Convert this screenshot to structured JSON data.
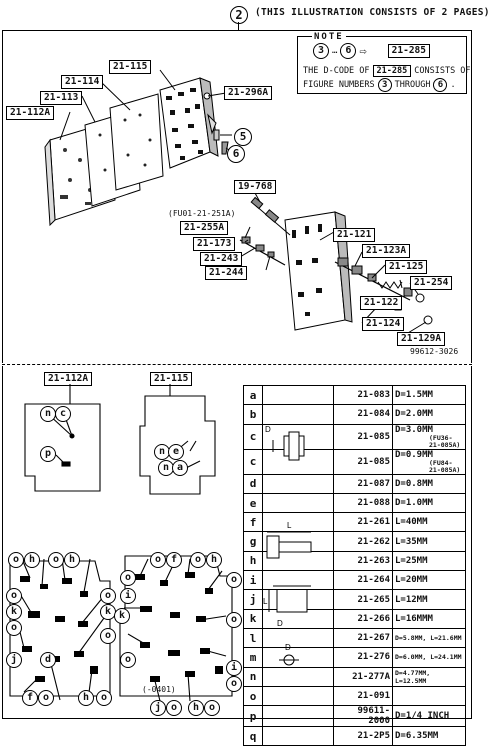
{
  "header": {
    "ref_circle": "2",
    "title": "(THIS ILLUSTRATION CONSISTS OF  2 PAGES)"
  },
  "note": {
    "title": "NOTE",
    "range_from": "3",
    "range_sep": "…",
    "range_to": "6",
    "arrow": "⇨",
    "code": "21-285",
    "line1_pre": "THE D-CODE OF",
    "line1_code": "21-285",
    "line1_post": "CONSISTS OF",
    "line2_pre": "FIGURE NUMBERS",
    "line2_a": "3",
    "line2_mid": "THROUGH",
    "line2_b": "6",
    "line2_post": "."
  },
  "top_callouts": {
    "c21_115": "21-115",
    "c21_114": "21-114",
    "c21_113": "21-113",
    "c21_112A": "21-112A",
    "c21_296A": "21-296A",
    "circ5": "5",
    "circ6": "6",
    "c19_768": "19-768",
    "fu_note": "(FU01-21-251A)",
    "c21_255A": "21-255A",
    "c21_173": "21-173",
    "c21_243": "21-243",
    "c21_244": "21-244",
    "c21_121": "21-121",
    "c21_123A": "21-123A",
    "c21_125": "21-125",
    "c21_254": "21-254",
    "c21_122": "21-122",
    "c21_124": "21-124",
    "c21_129A": "21-129A",
    "drawing_no": "99612-3026"
  },
  "lower": {
    "tag_112A": "21-112A",
    "tag_115": "21-115",
    "plate_note": "(-0401)"
  },
  "parts_table": [
    {
      "key": "a",
      "pn": "21-083",
      "size": "D=1.5MM"
    },
    {
      "key": "b",
      "pn": "21-084",
      "size": "D=2.0MM"
    },
    {
      "key": "c",
      "pn": "21-085",
      "size": "D=3.0MM",
      "note": "(FU36-21-085A)"
    },
    {
      "key": "c",
      "pn": "21-085",
      "size": "D=0.9MM",
      "note": "(FU84-21-085A)"
    },
    {
      "key": "d",
      "pn": "21-087",
      "size": "D=0.8MM"
    },
    {
      "key": "e",
      "pn": "21-088",
      "size": "D=1.0MM"
    },
    {
      "key": "f",
      "pn": "21-261",
      "size": "L=40MM"
    },
    {
      "key": "g",
      "pn": "21-262",
      "size": "L=35MM"
    },
    {
      "key": "h",
      "pn": "21-263",
      "size": "L=25MM"
    },
    {
      "key": "i",
      "pn": "21-264",
      "size": "L=20MM"
    },
    {
      "key": "j",
      "pn": "21-265",
      "size": "L=12MM"
    },
    {
      "key": "k",
      "pn": "21-266",
      "size": "L=16MMM"
    },
    {
      "key": "l",
      "pn": "21-267",
      "size": "D=5.8MM, L=21.6MM"
    },
    {
      "key": "m",
      "pn": "21-276",
      "size": "D=6.0MM, L=24.1MM"
    },
    {
      "key": "n",
      "pn": "21-277A",
      "size": "D=4.77MM, L=12.5MM"
    },
    {
      "key": "o",
      "pn": "21-091",
      "size": ""
    },
    {
      "key": "p",
      "pn": "99611-2000",
      "size": "D=1/4 INCH"
    },
    {
      "key": "q",
      "pn": "21-2P5",
      "size": "D=6.35MM"
    }
  ]
}
